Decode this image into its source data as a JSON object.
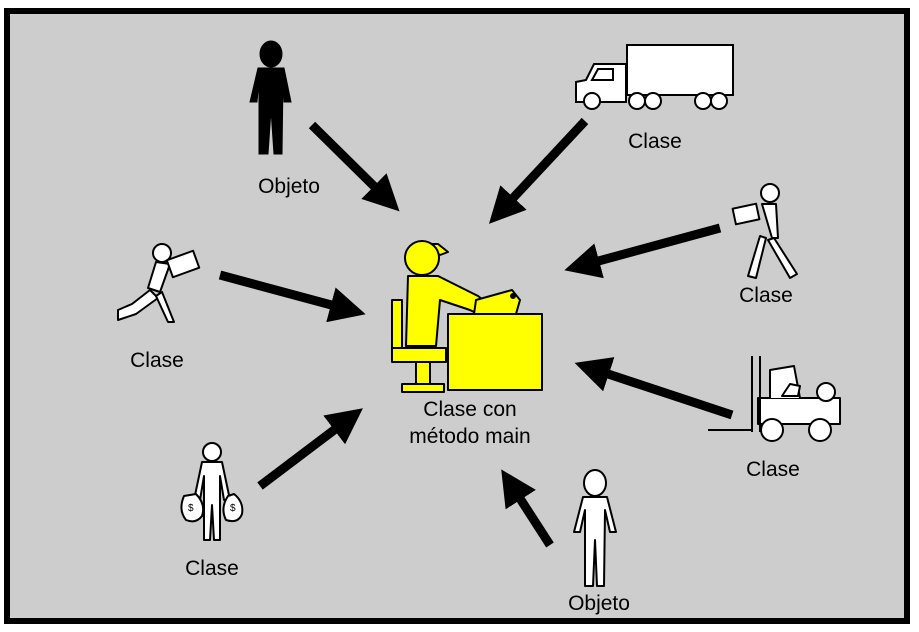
{
  "center": {
    "line1": "Clase con",
    "line2": "método main"
  },
  "nodes": [
    {
      "id": "black-person",
      "label": "Objeto"
    },
    {
      "id": "truck",
      "label": "Clase"
    },
    {
      "id": "box-carrier-right",
      "label": "Clase"
    },
    {
      "id": "runner-box-left",
      "label": "Clase"
    },
    {
      "id": "forklift",
      "label": "Clase"
    },
    {
      "id": "money-bags",
      "label": "Clase"
    },
    {
      "id": "standing-person",
      "label": "Objeto"
    }
  ],
  "colors": {
    "background": "#cdcdcd",
    "accent": "#ffff00",
    "border": "#000000"
  }
}
